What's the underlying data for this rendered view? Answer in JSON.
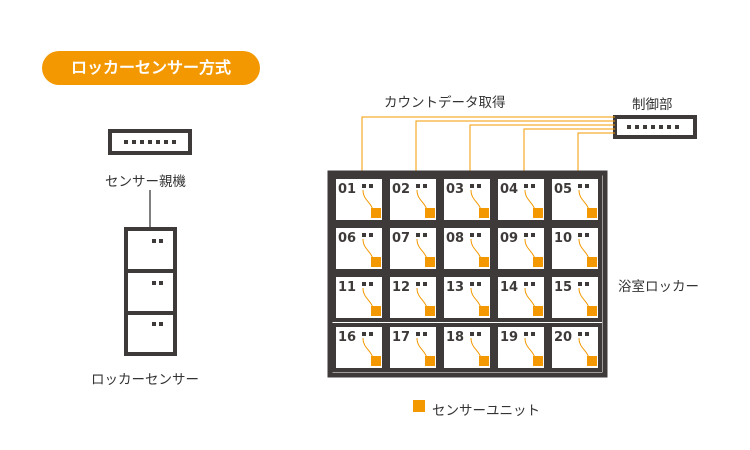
{
  "title": "ロッカーセンサー方式",
  "left": {
    "parent_label": "センサー親機",
    "sensor_label": "ロッカーセンサー"
  },
  "right": {
    "data_label": "カウントデータ取得",
    "controller_label": "制御部",
    "locker_label": "浴室ロッカー",
    "legend_label": "センサーユニット",
    "lockers": [
      "01",
      "02",
      "03",
      "04",
      "05",
      "06",
      "07",
      "08",
      "09",
      "10",
      "11",
      "12",
      "13",
      "14",
      "15",
      "16",
      "17",
      "18",
      "19",
      "20"
    ]
  },
  "colors": {
    "accent": "#f39800",
    "frame": "#3e3a39",
    "text": "#333333",
    "line": "#808080"
  }
}
